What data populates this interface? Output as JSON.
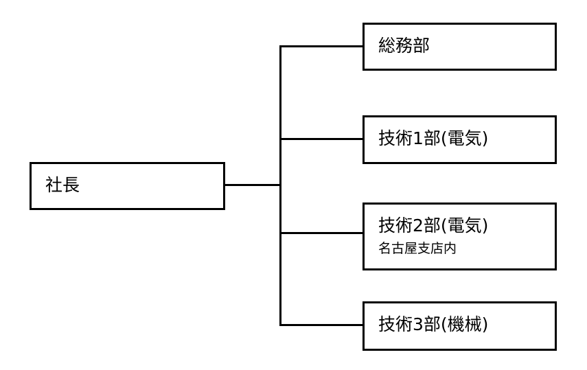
{
  "org_chart": {
    "root": {
      "label": "社長"
    },
    "departments": [
      {
        "label": "総務部",
        "sublabel": ""
      },
      {
        "label": "技術1部(電気)",
        "sublabel": ""
      },
      {
        "label": "技術2部(電気)",
        "sublabel": "名古屋支店内"
      },
      {
        "label": "技術3部(機械)",
        "sublabel": ""
      }
    ]
  }
}
